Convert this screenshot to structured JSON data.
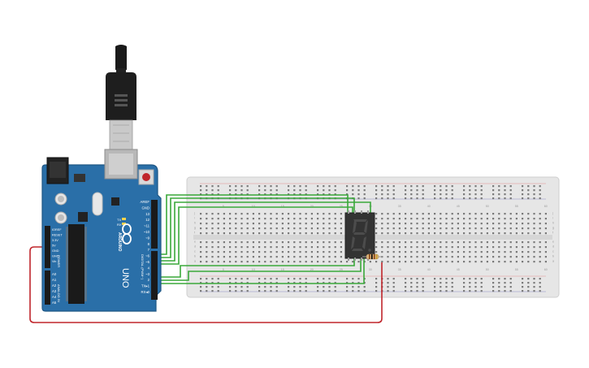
{
  "arduino": {
    "brand": "ARDUINO",
    "model": "UNO",
    "digital_label": "DIGITAL (PWM~)",
    "power_label": "POWER",
    "analog_label": "ANALOG IN",
    "tx_label": "TX",
    "rx_label": "RX",
    "l_label": "L",
    "on_label": "ON",
    "right_header_pins": [
      "AREF",
      "GND",
      "13",
      "12",
      "~11",
      "~10",
      "~9",
      "8",
      "7",
      "~6",
      "~5",
      "4",
      "~3",
      "2",
      "TX▸1",
      "RX◂0"
    ],
    "power_pins": [
      "IOREF",
      "RESET",
      "3.3V",
      "5V",
      "GND",
      "GND",
      "Vin"
    ],
    "analog_pins": [
      "A0",
      "A1",
      "A2",
      "A3",
      "A4",
      "A5"
    ]
  },
  "breadboard": {
    "column_numbers": [
      "5",
      "10",
      "15",
      "20",
      "25",
      "30",
      "35",
      "40",
      "45",
      "50",
      "55",
      "60"
    ],
    "row_letters_top": [
      "j",
      "i",
      "h",
      "g",
      "f"
    ],
    "row_letters_bottom": [
      "e",
      "d",
      "c",
      "b",
      "a"
    ]
  },
  "display": {
    "digit": "8",
    "decimal_point": "."
  },
  "colors": {
    "board_blue": "#2a6fa8",
    "wire_green": "#3aa83a",
    "wire_red": "#c0262c",
    "breadboard_bg": "#e6e6e6",
    "display_body": "#333333",
    "segment_off": "#4a4a4a"
  },
  "icons": [
    "usb-plug-icon",
    "arduino-logo-icon",
    "reset-button-icon"
  ]
}
